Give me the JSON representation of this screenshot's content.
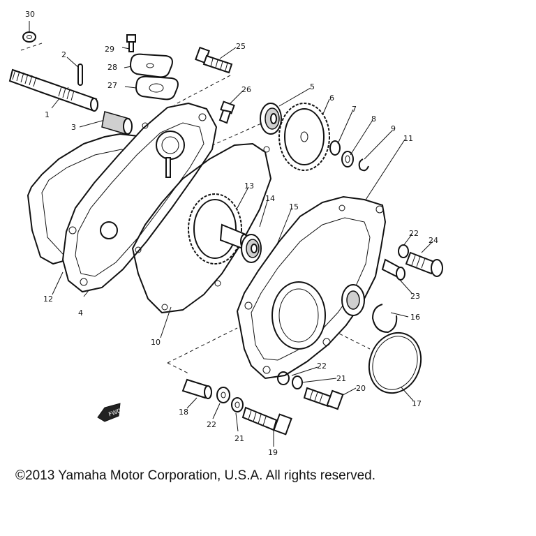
{
  "callouts": {
    "c1": "1",
    "c2": "2",
    "c3": "3",
    "c4": "4",
    "c5": "5",
    "c6": "6",
    "c7": "7",
    "c8": "8",
    "c9": "9",
    "c10": "10",
    "c11": "11",
    "c12": "12",
    "c13": "13",
    "c14": "14",
    "c15": "15",
    "c16": "16",
    "c17": "17",
    "c18": "18",
    "c19": "19",
    "c20": "20",
    "c21a": "21",
    "c21b": "21",
    "c22a": "22",
    "c22b": "22",
    "c22c": "22",
    "c23": "23",
    "c24": "24",
    "c25": "25",
    "c26": "26",
    "c27": "27",
    "c28": "28",
    "c29": "29",
    "c30": "30"
  },
  "fwd_mark": "FWD",
  "copyright": "©2013 Yamaha Motor Corporation, U.S.A. All rights reserved."
}
